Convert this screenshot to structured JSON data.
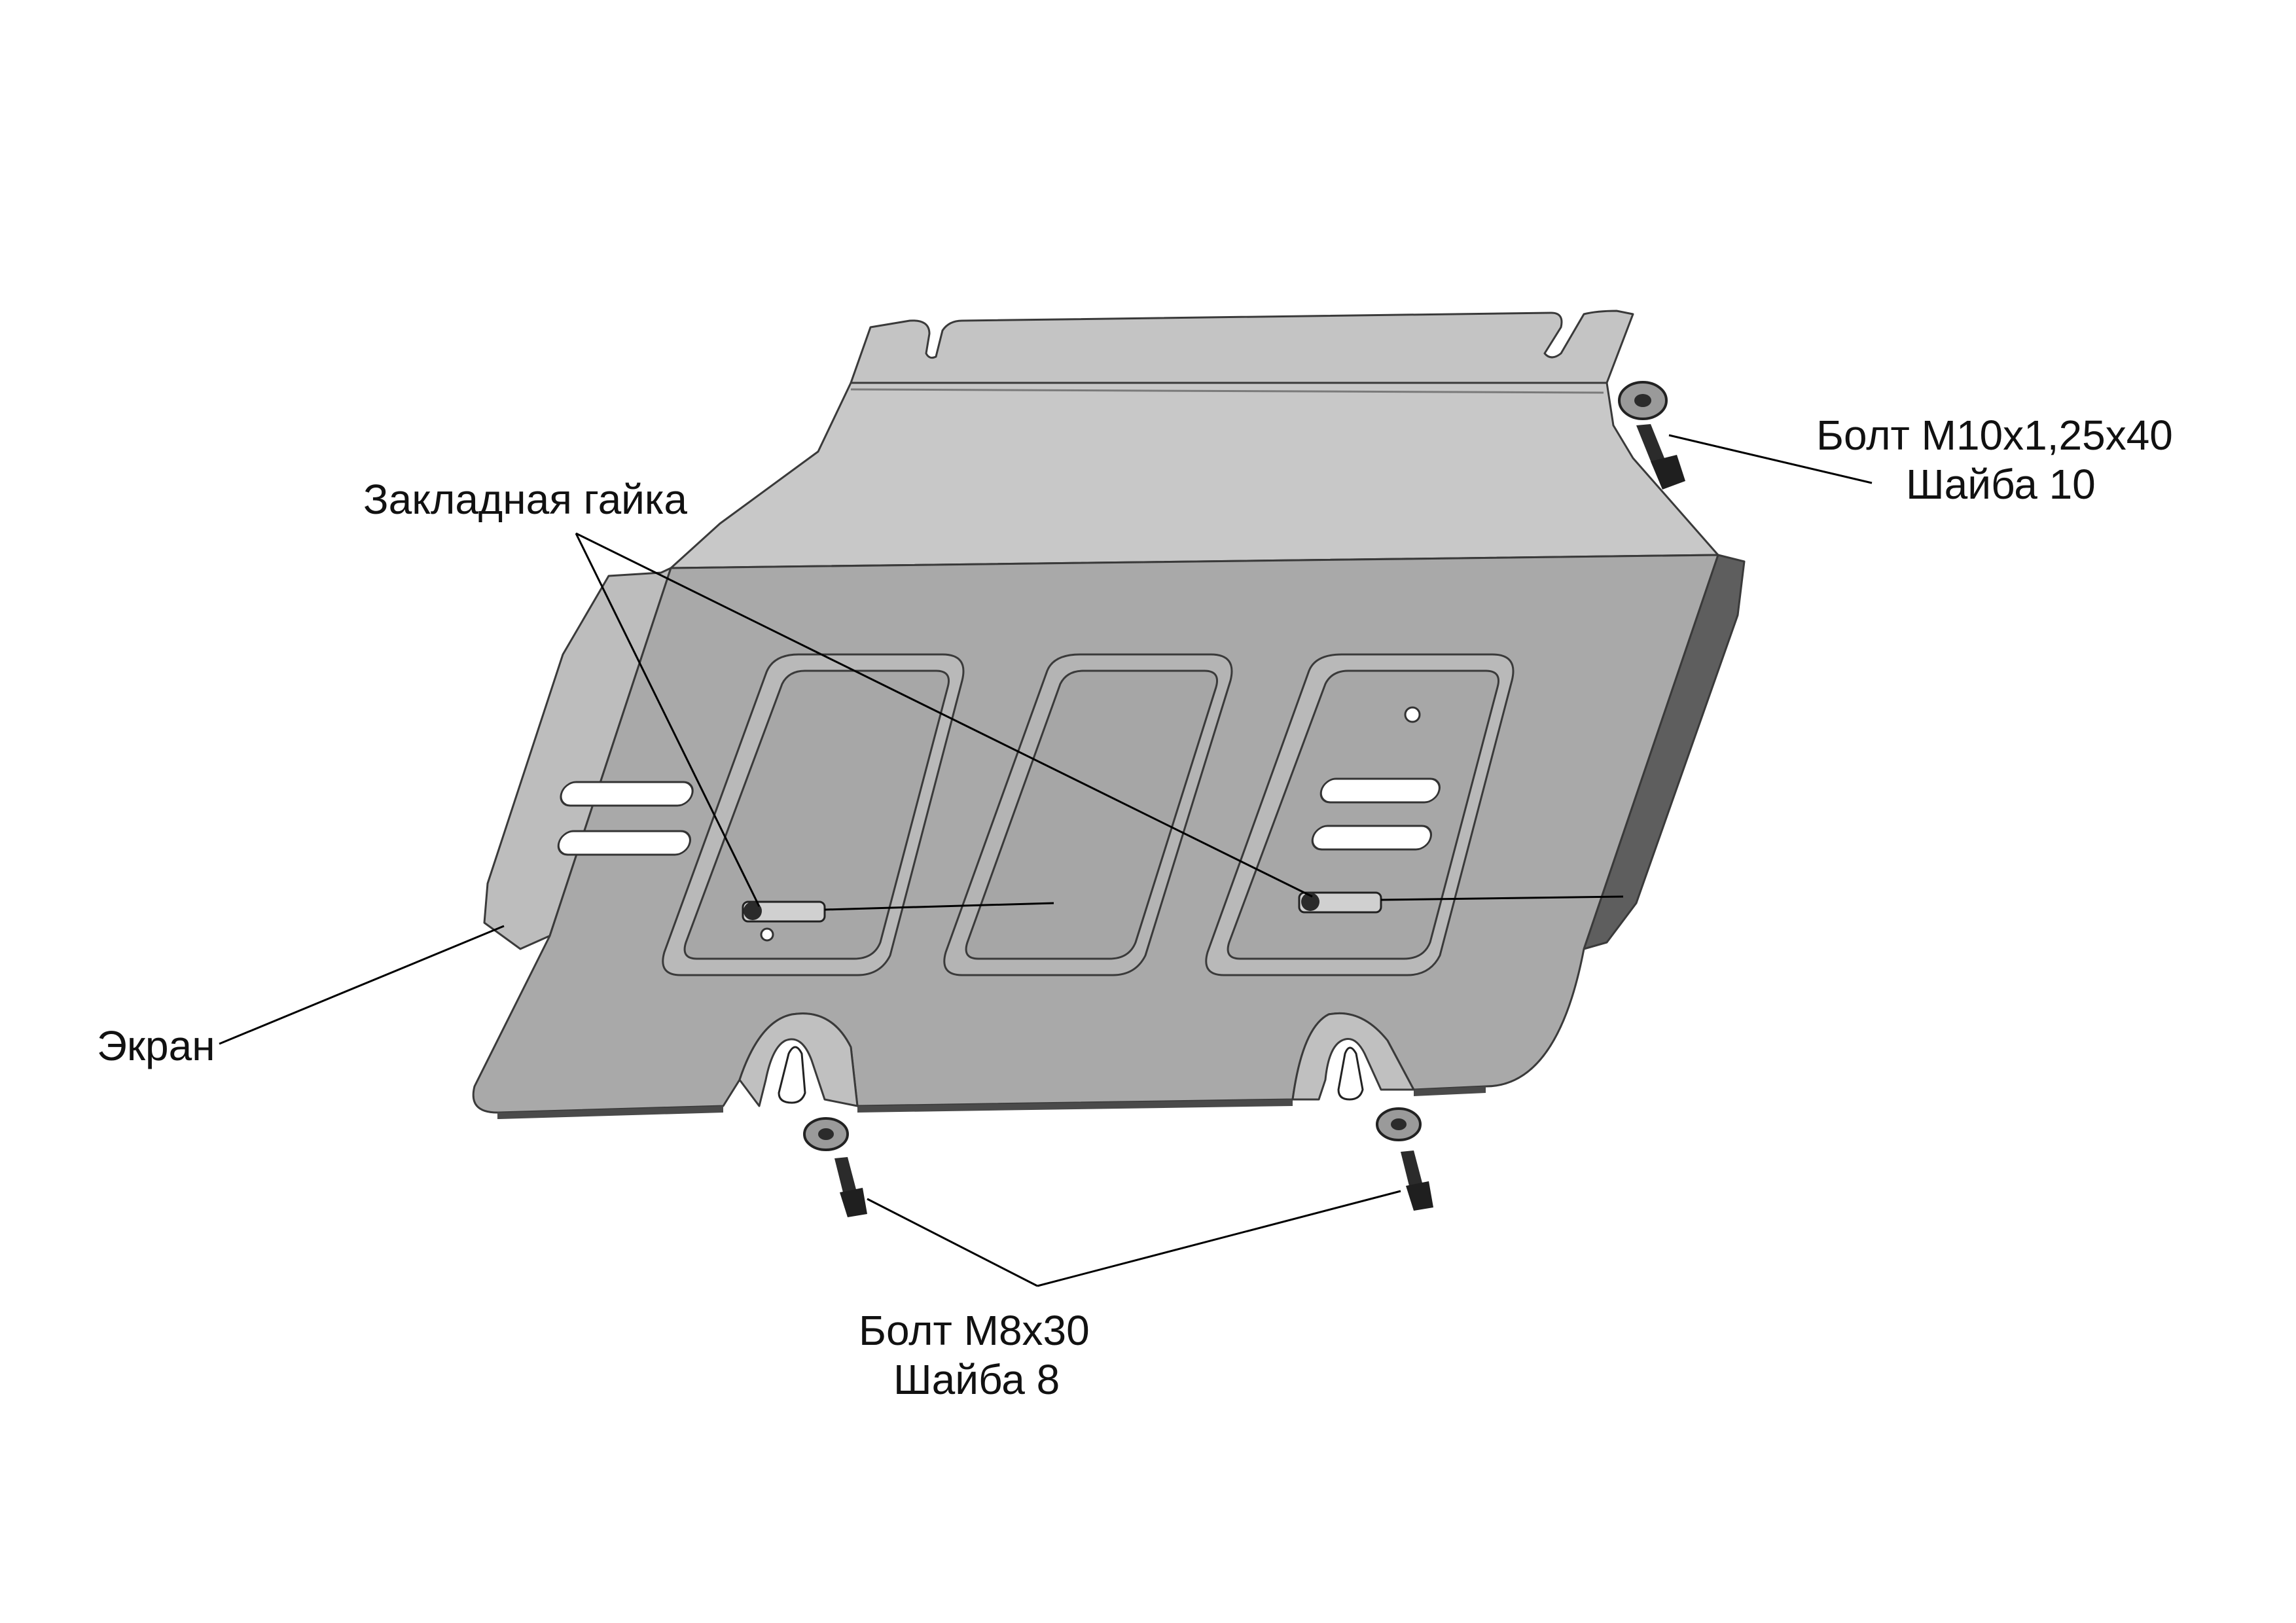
{
  "labels": {
    "embedded_nut": "Закладная гайка",
    "bolt_m10": "Болт М10х1,25х40",
    "washer_10": "Шайба 10",
    "screen": "Экран",
    "bolt_m8": "Болт М8х30",
    "washer_8": "Шайба 8"
  },
  "colors": {
    "plate_front": "#a9a9a9",
    "plate_top": "#c8c8c8",
    "plate_side": "#bdbdbd",
    "plate_edge_dark": "#5e5e5e",
    "hardware": "#2b2b2b"
  }
}
